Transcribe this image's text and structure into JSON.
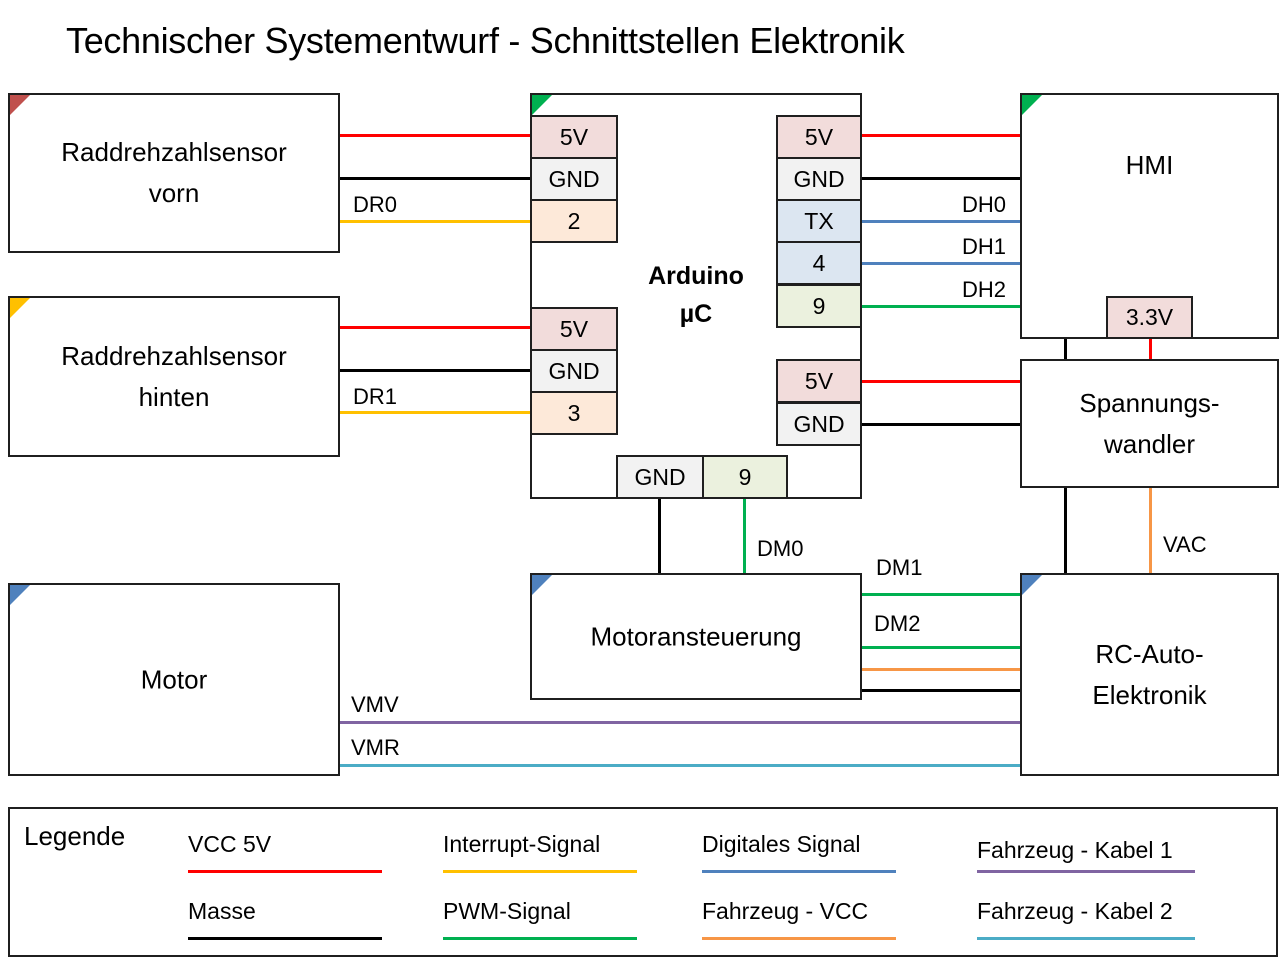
{
  "title": "Technischer Systementwurf - Schnittstellen Elektronik",
  "colors": {
    "vcc": "#FF0000",
    "ground": "#000000",
    "interrupt": "#FFC000",
    "pwm": "#00B050",
    "digital": "#4F81BD",
    "vehicle_vcc": "#F79646",
    "vehicle_cable1": "#8064A2",
    "vehicle_cable2": "#4BACC6",
    "pin_5v": "#F2DCDB",
    "pin_gnd": "#F2F2F2",
    "pin_interrupt": "#FDE9D9",
    "pin_digital": "#DCE6F1",
    "pin_pwm": "#EBF1DE",
    "corner_red": "#C0504D",
    "corner_yellow": "#FFC000",
    "corner_green": "#00B050",
    "corner_blue": "#4F81BD"
  },
  "blocks": {
    "sensor_front": {
      "line1": "Raddrehzahlsensor",
      "line2": "vorn"
    },
    "sensor_rear": {
      "line1": "Raddrehzahlsensor",
      "line2": "hinten"
    },
    "motor": {
      "label": "Motor"
    },
    "arduino": {
      "line1": "Arduino",
      "line2": "µC"
    },
    "hmi": {
      "label": "HMI",
      "pin": "3.3V"
    },
    "converter": {
      "line1": "Spannungs-",
      "line2": "wandler"
    },
    "motor_driver": {
      "label": "Motoransteuerung"
    },
    "rc_electronics": {
      "line1": "RC-Auto-",
      "line2": "Elektronik"
    }
  },
  "arduino_pins": {
    "left_top": [
      "5V",
      "GND",
      "2"
    ],
    "left_bottom": [
      "5V",
      "GND",
      "3"
    ],
    "right_top": [
      "5V",
      "GND",
      "TX",
      "4",
      "9"
    ],
    "right_bottom": [
      "5V",
      "GND"
    ],
    "bottom": [
      "GND",
      "9"
    ]
  },
  "signals": {
    "dr0": "DR0",
    "dr1": "DR1",
    "dh0": "DH0",
    "dh1": "DH1",
    "dh2": "DH2",
    "dm0": "DM0",
    "dm1": "DM1",
    "dm2": "DM2",
    "vac": "VAC",
    "vmv": "VMV",
    "vmr": "VMR"
  },
  "legend": {
    "title": "Legende",
    "items": [
      {
        "label": "VCC 5V",
        "color": "#FF0000"
      },
      {
        "label": "Masse",
        "color": "#000000"
      },
      {
        "label": "Interrupt-Signal",
        "color": "#FFC000"
      },
      {
        "label": "PWM-Signal",
        "color": "#00B050"
      },
      {
        "label": "Digitales Signal",
        "color": "#4F81BD"
      },
      {
        "label": "Fahrzeug - VCC",
        "color": "#F79646"
      },
      {
        "label": "Fahrzeug - Kabel 1",
        "color": "#8064A2"
      },
      {
        "label": "Fahrzeug - Kabel 2",
        "color": "#4BACC6"
      }
    ]
  }
}
